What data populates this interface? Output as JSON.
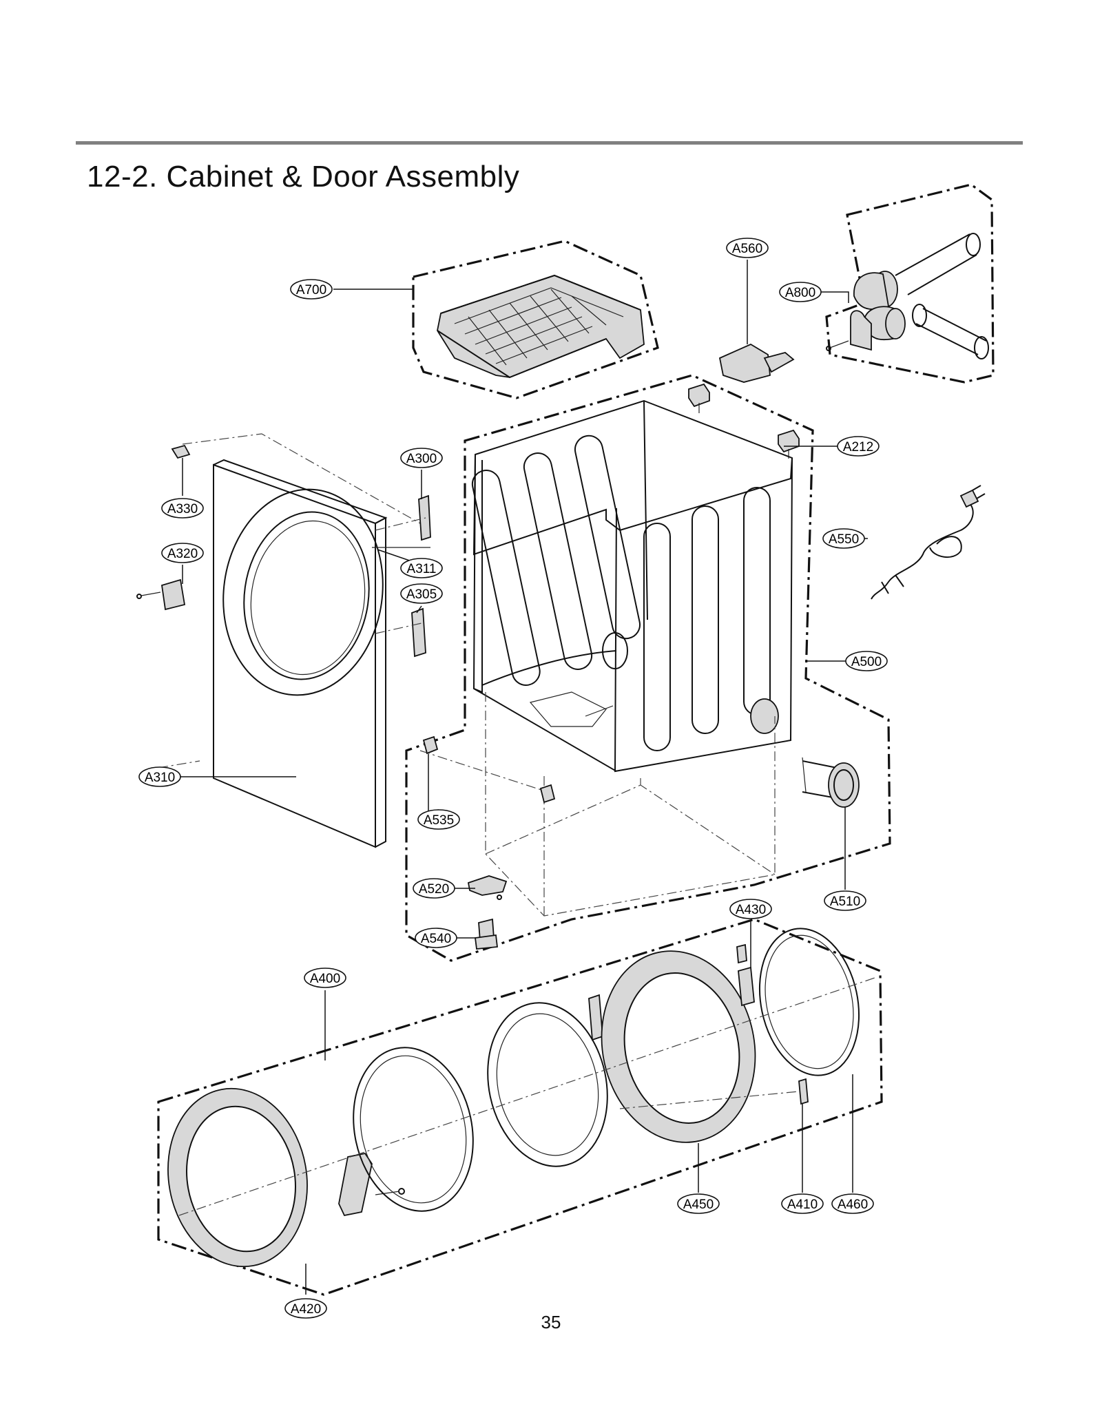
{
  "header": {
    "title": "12-2. Cabinet & Door Assembly"
  },
  "footer": {
    "page_number": "35"
  },
  "callouts": [
    {
      "id": "A700",
      "label": "A700"
    },
    {
      "id": "A800",
      "label": "A800"
    },
    {
      "id": "A560",
      "label": "A560"
    },
    {
      "id": "A212",
      "label": "A212"
    },
    {
      "id": "A300",
      "label": "A300"
    },
    {
      "id": "A330",
      "label": "A330"
    },
    {
      "id": "A320",
      "label": "A320"
    },
    {
      "id": "A311",
      "label": "A311"
    },
    {
      "id": "A305",
      "label": "A305"
    },
    {
      "id": "A550",
      "label": "A550"
    },
    {
      "id": "A500",
      "label": "A500"
    },
    {
      "id": "A310",
      "label": "A310"
    },
    {
      "id": "A535",
      "label": "A535"
    },
    {
      "id": "A520",
      "label": "A520"
    },
    {
      "id": "A510",
      "label": "A510"
    },
    {
      "id": "A430",
      "label": "A430"
    },
    {
      "id": "A540",
      "label": "A540"
    },
    {
      "id": "A400",
      "label": "A400"
    },
    {
      "id": "A450",
      "label": "A450"
    },
    {
      "id": "A410",
      "label": "A410"
    },
    {
      "id": "A460",
      "label": "A460"
    },
    {
      "id": "A420",
      "label": "A420"
    }
  ]
}
